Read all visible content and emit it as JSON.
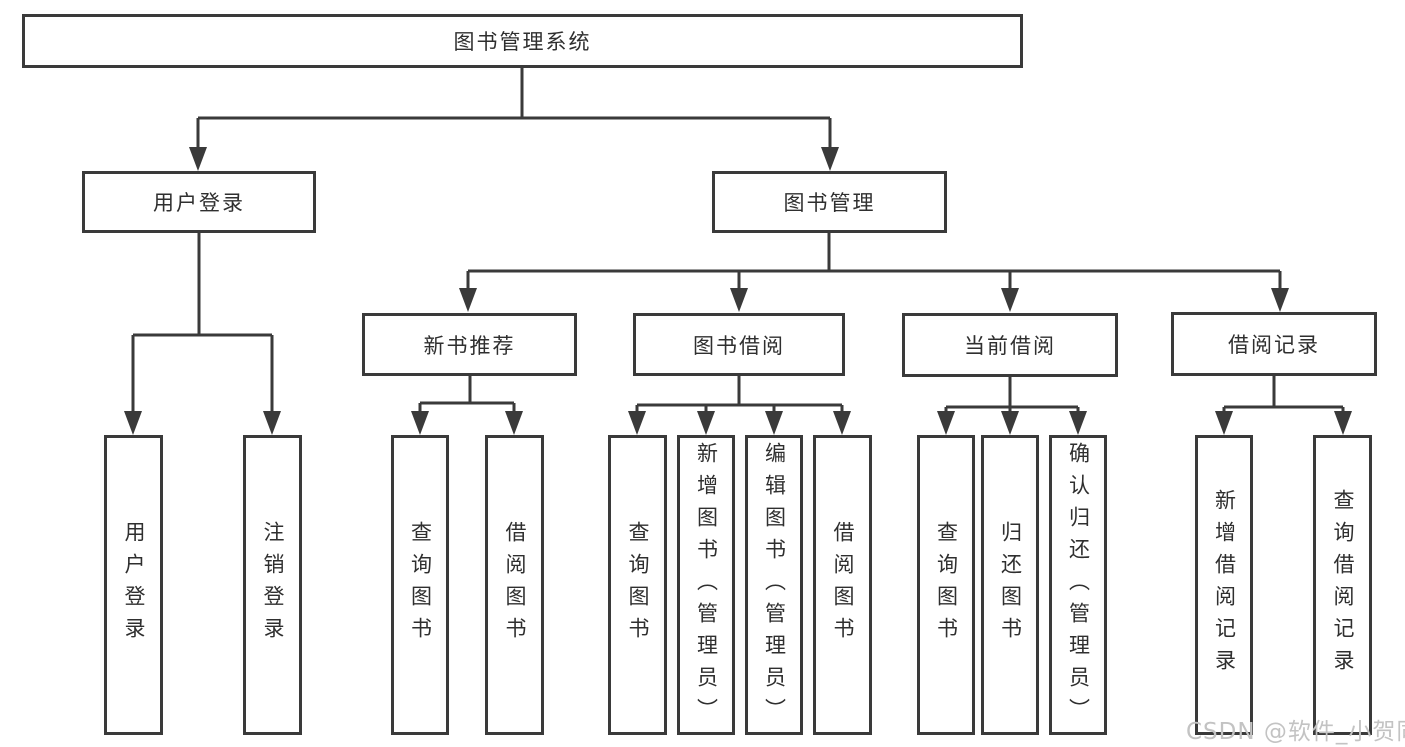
{
  "title": "图书管理系统",
  "level2": [
    {
      "label": "用户登录"
    },
    {
      "label": "图书管理"
    }
  ],
  "level3": [
    {
      "label": "新书推荐"
    },
    {
      "label": "图书借阅"
    },
    {
      "label": "当前借阅"
    },
    {
      "label": "借阅记录"
    }
  ],
  "leaves": {
    "user": [
      "用户登录",
      "注销登录"
    ],
    "newbook": [
      "查询图书",
      "借阅图书"
    ],
    "borrow": [
      "查询图书",
      "新增图书（管理员）",
      "编辑图书（管理员）",
      "借阅图书"
    ],
    "current": [
      "查询图书",
      "归还图书",
      "确认归还（管理员）"
    ],
    "record": [
      "新增借阅记录",
      "查询借阅记录"
    ]
  },
  "watermark": "CSDN @软件_小贺同学",
  "colors": {
    "line": "#3a3a3a",
    "text": "#2f2f2f",
    "watermark": "#c3c3c3",
    "background": "#ffffff"
  }
}
